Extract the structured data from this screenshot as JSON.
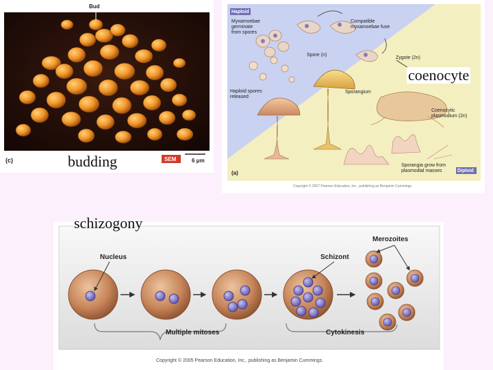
{
  "yeast_panel": {
    "bud_label": "Bud",
    "part_label": "(c)",
    "sem_label": "SEM",
    "scale_label": "6 μm",
    "caption_label": "budding"
  },
  "slime_mold_panel": {
    "haploid_label": "Haploid",
    "diploid_label": "Diploid",
    "myxamoebae_germinate": "Myxamoebae germinate from spores",
    "compatible_fuse": "Compatible myxamoebae fuse",
    "spore_label": "Spore (n)",
    "zygote_label": "Zygote (2n)",
    "sporangium_label": "Sporangium",
    "haploid_spores_released": "Haploid spores released",
    "coenocytic_label": "Coenocytic plasmodium (2n)",
    "sporangia_grow": "Sporangia grow from plasmodial masses",
    "part_label": "(a)",
    "copyright": "Copyright © 2007 Pearson Education, Inc., publishing as Benjamin Cummings.",
    "caption_label": "coenocyte"
  },
  "schizogony_panel": {
    "caption_label": "schizogony",
    "nucleus_label": "Nucleus",
    "schizont_label": "Schizont",
    "merozoites_label": "Merozoites",
    "multiple_mitoses_label": "Multiple mitoses",
    "cytokinesis_label": "Cytokinesis",
    "copyright": "Copyright © 2005 Pearson Education, Inc., publishing as Benjamin Cummings."
  },
  "colors": {
    "page_background": "#fbf0fb",
    "cell_color": "#c8865a",
    "nucleus_color": "#7b74c8",
    "haploid_zone": "#c9d2f0",
    "diploid_zone": "#f4efc0",
    "yeast_orange": "#f0962a"
  }
}
